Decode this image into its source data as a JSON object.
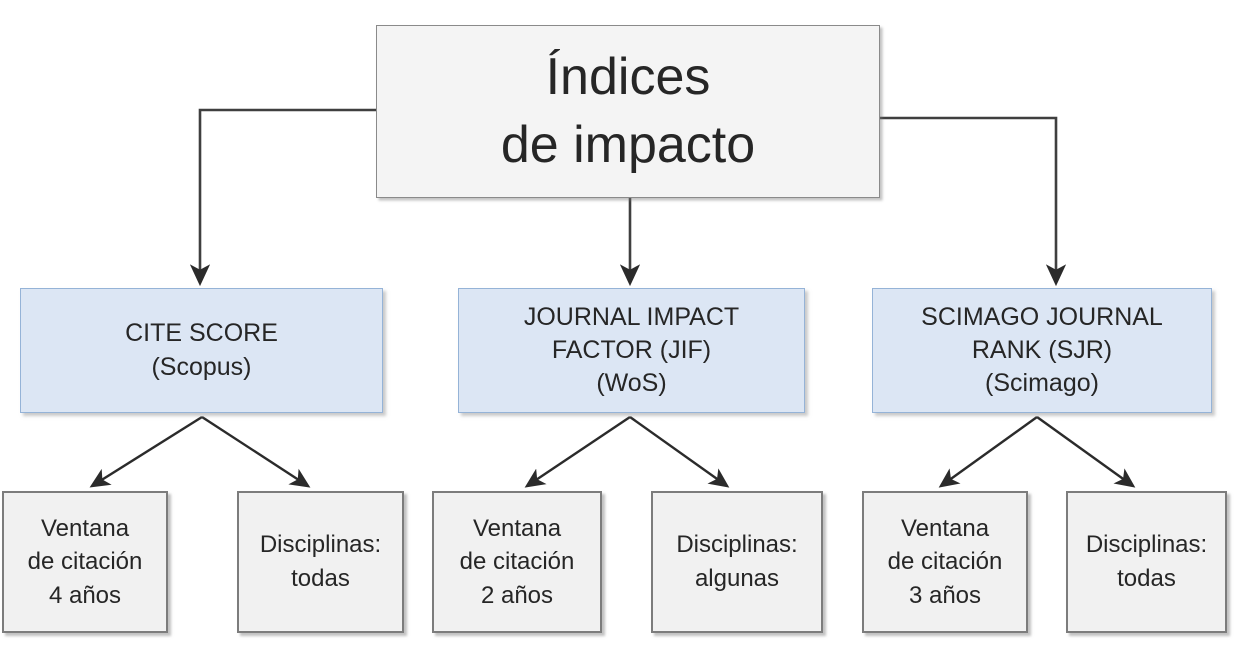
{
  "diagram": {
    "title": "Índices de impacto",
    "type": "hierarchy-tree",
    "levels": 3,
    "colors": {
      "root_fill": "#f4f4f4",
      "root_border": "#8a8a8a",
      "mid_fill": "#dce6f4",
      "mid_border": "#95b3d7",
      "leaf_fill": "#f1f1f1",
      "leaf_border": "#7c7c7c",
      "connector": "#3f3f3f",
      "background": "#ffffff"
    },
    "root": {
      "line1": "Índices",
      "line2": "de impacto",
      "text": "Índices\nde impacto"
    },
    "branches": [
      {
        "id": "cite-score",
        "title": "CITE SCORE\n(Scopus)",
        "name": "CITE SCORE",
        "source": "(Scopus)",
        "children": [
          {
            "id": "ventana-4",
            "text": "Ventana\nde citación\n4 años"
          },
          {
            "id": "disciplinas-todas-1",
            "text": "Disciplinas:\ntodas"
          }
        ]
      },
      {
        "id": "jif",
        "title": "JOURNAL IMPACT\nFACTOR (JIF)\n(WoS)",
        "name": "JOURNAL IMPACT FACTOR (JIF)",
        "source": "(WoS)",
        "children": [
          {
            "id": "ventana-2",
            "text": "Ventana\nde citación\n2 años"
          },
          {
            "id": "disciplinas-algunas",
            "text": "Disciplinas:\nalgunas"
          }
        ]
      },
      {
        "id": "sjr",
        "title": "SCIMAGO JOURNAL\nRANK (SJR)\n(Scimago)",
        "name": "SCIMAGO JOURNAL RANK (SJR)",
        "source": "(Scimago)",
        "children": [
          {
            "id": "ventana-3",
            "text": "Ventana\nde citación\n3 años"
          },
          {
            "id": "disciplinas-todas-2",
            "text": "Disciplinas:\ntodas"
          }
        ]
      }
    ]
  }
}
